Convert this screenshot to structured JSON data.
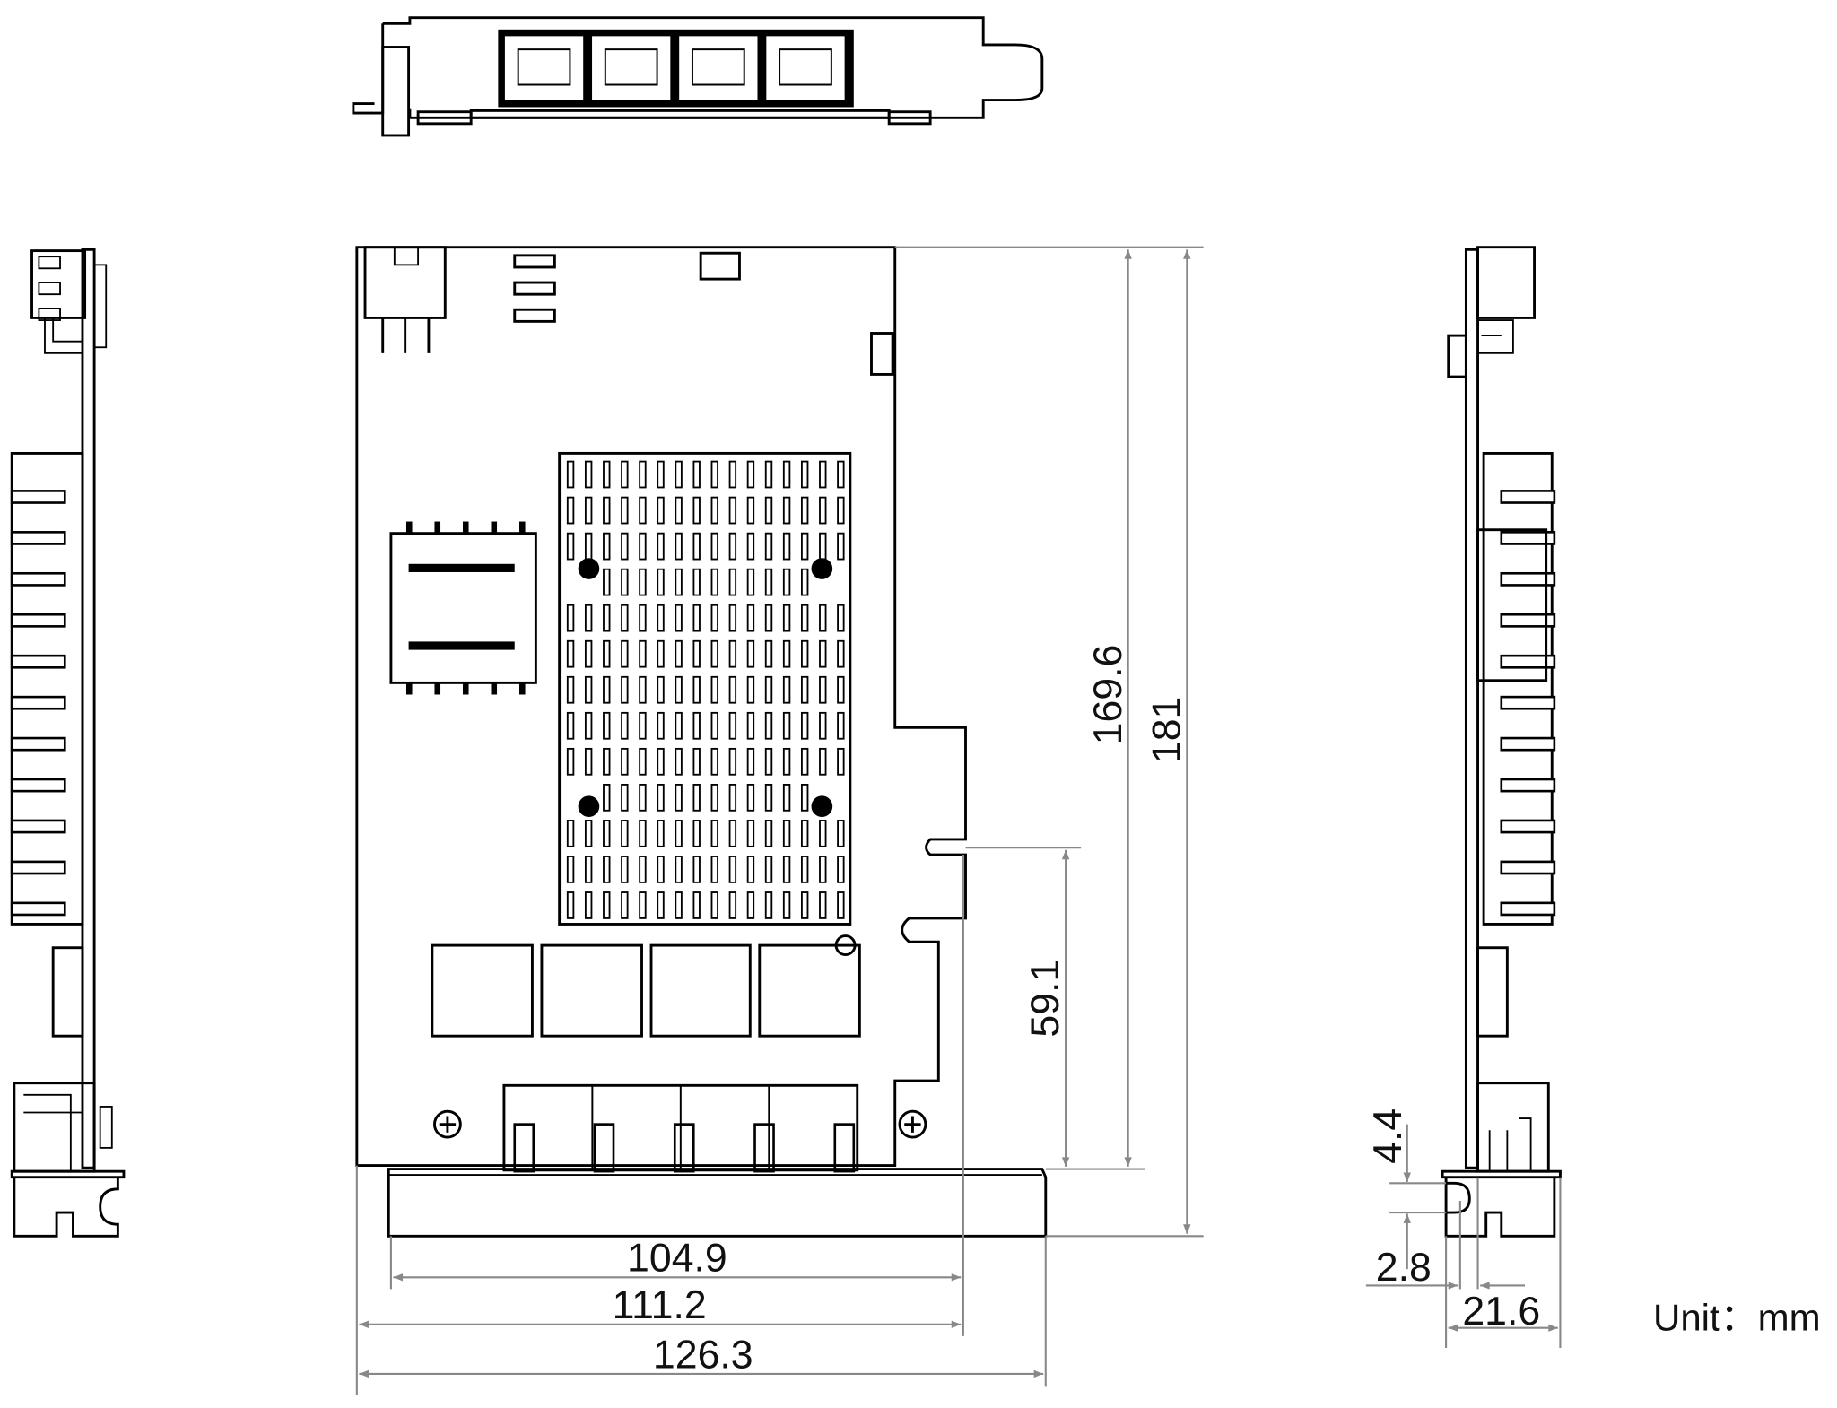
{
  "dimensions": {
    "pcb_height": "169.6",
    "overall_height": "181",
    "edge_connector_height": "59.1",
    "pcb_length": "104.9",
    "bracket_span": "111.2",
    "overall_length": "126.3",
    "bracket_tab_gap": "4.4",
    "bracket_tab_offset": "2.8",
    "bracket_width": "21.6"
  },
  "unit_label": "Unit：mm",
  "views": [
    "top-view",
    "left-side-view",
    "front-view",
    "right-side-view"
  ]
}
